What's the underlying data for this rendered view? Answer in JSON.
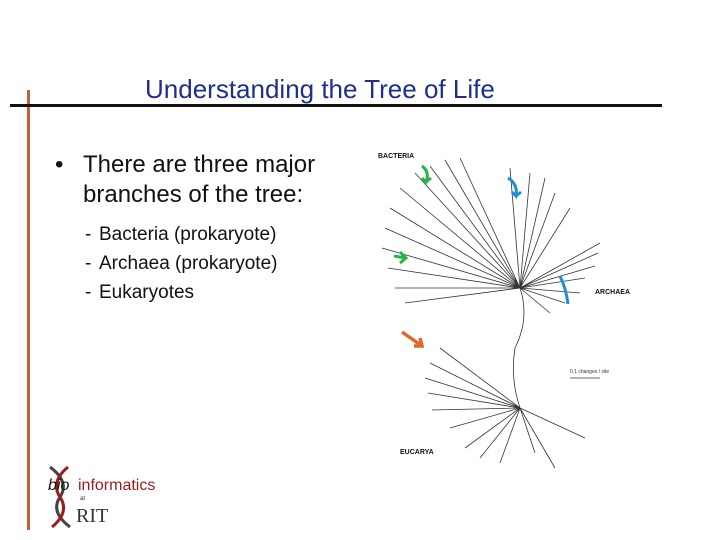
{
  "slide": {
    "title": "Understanding the Tree of Life",
    "bullet": "There are three major branches of the tree:",
    "subbullets": [
      "Bacteria (prokaryote)",
      "Archaea (prokaryote)",
      "Eukaryotes"
    ]
  },
  "tree": {
    "labels": {
      "bacteria": "BACTERIA",
      "archaea": "ARCHAEA",
      "eucarya": "EUCARYA",
      "scale": "0.1 changes / site"
    },
    "arrow_colors": {
      "bacteria": "#2ab34a",
      "archaea": "#1a8fd6",
      "eucarya": "#e0662a"
    }
  },
  "logo": {
    "text_bio": "bio",
    "text_informatics": "informatics",
    "text_at": "at",
    "text_rit": "RIT",
    "color": "#9c1c1c"
  },
  "colors": {
    "title": "#1f2f8c",
    "accent_line": "#c0633a"
  }
}
